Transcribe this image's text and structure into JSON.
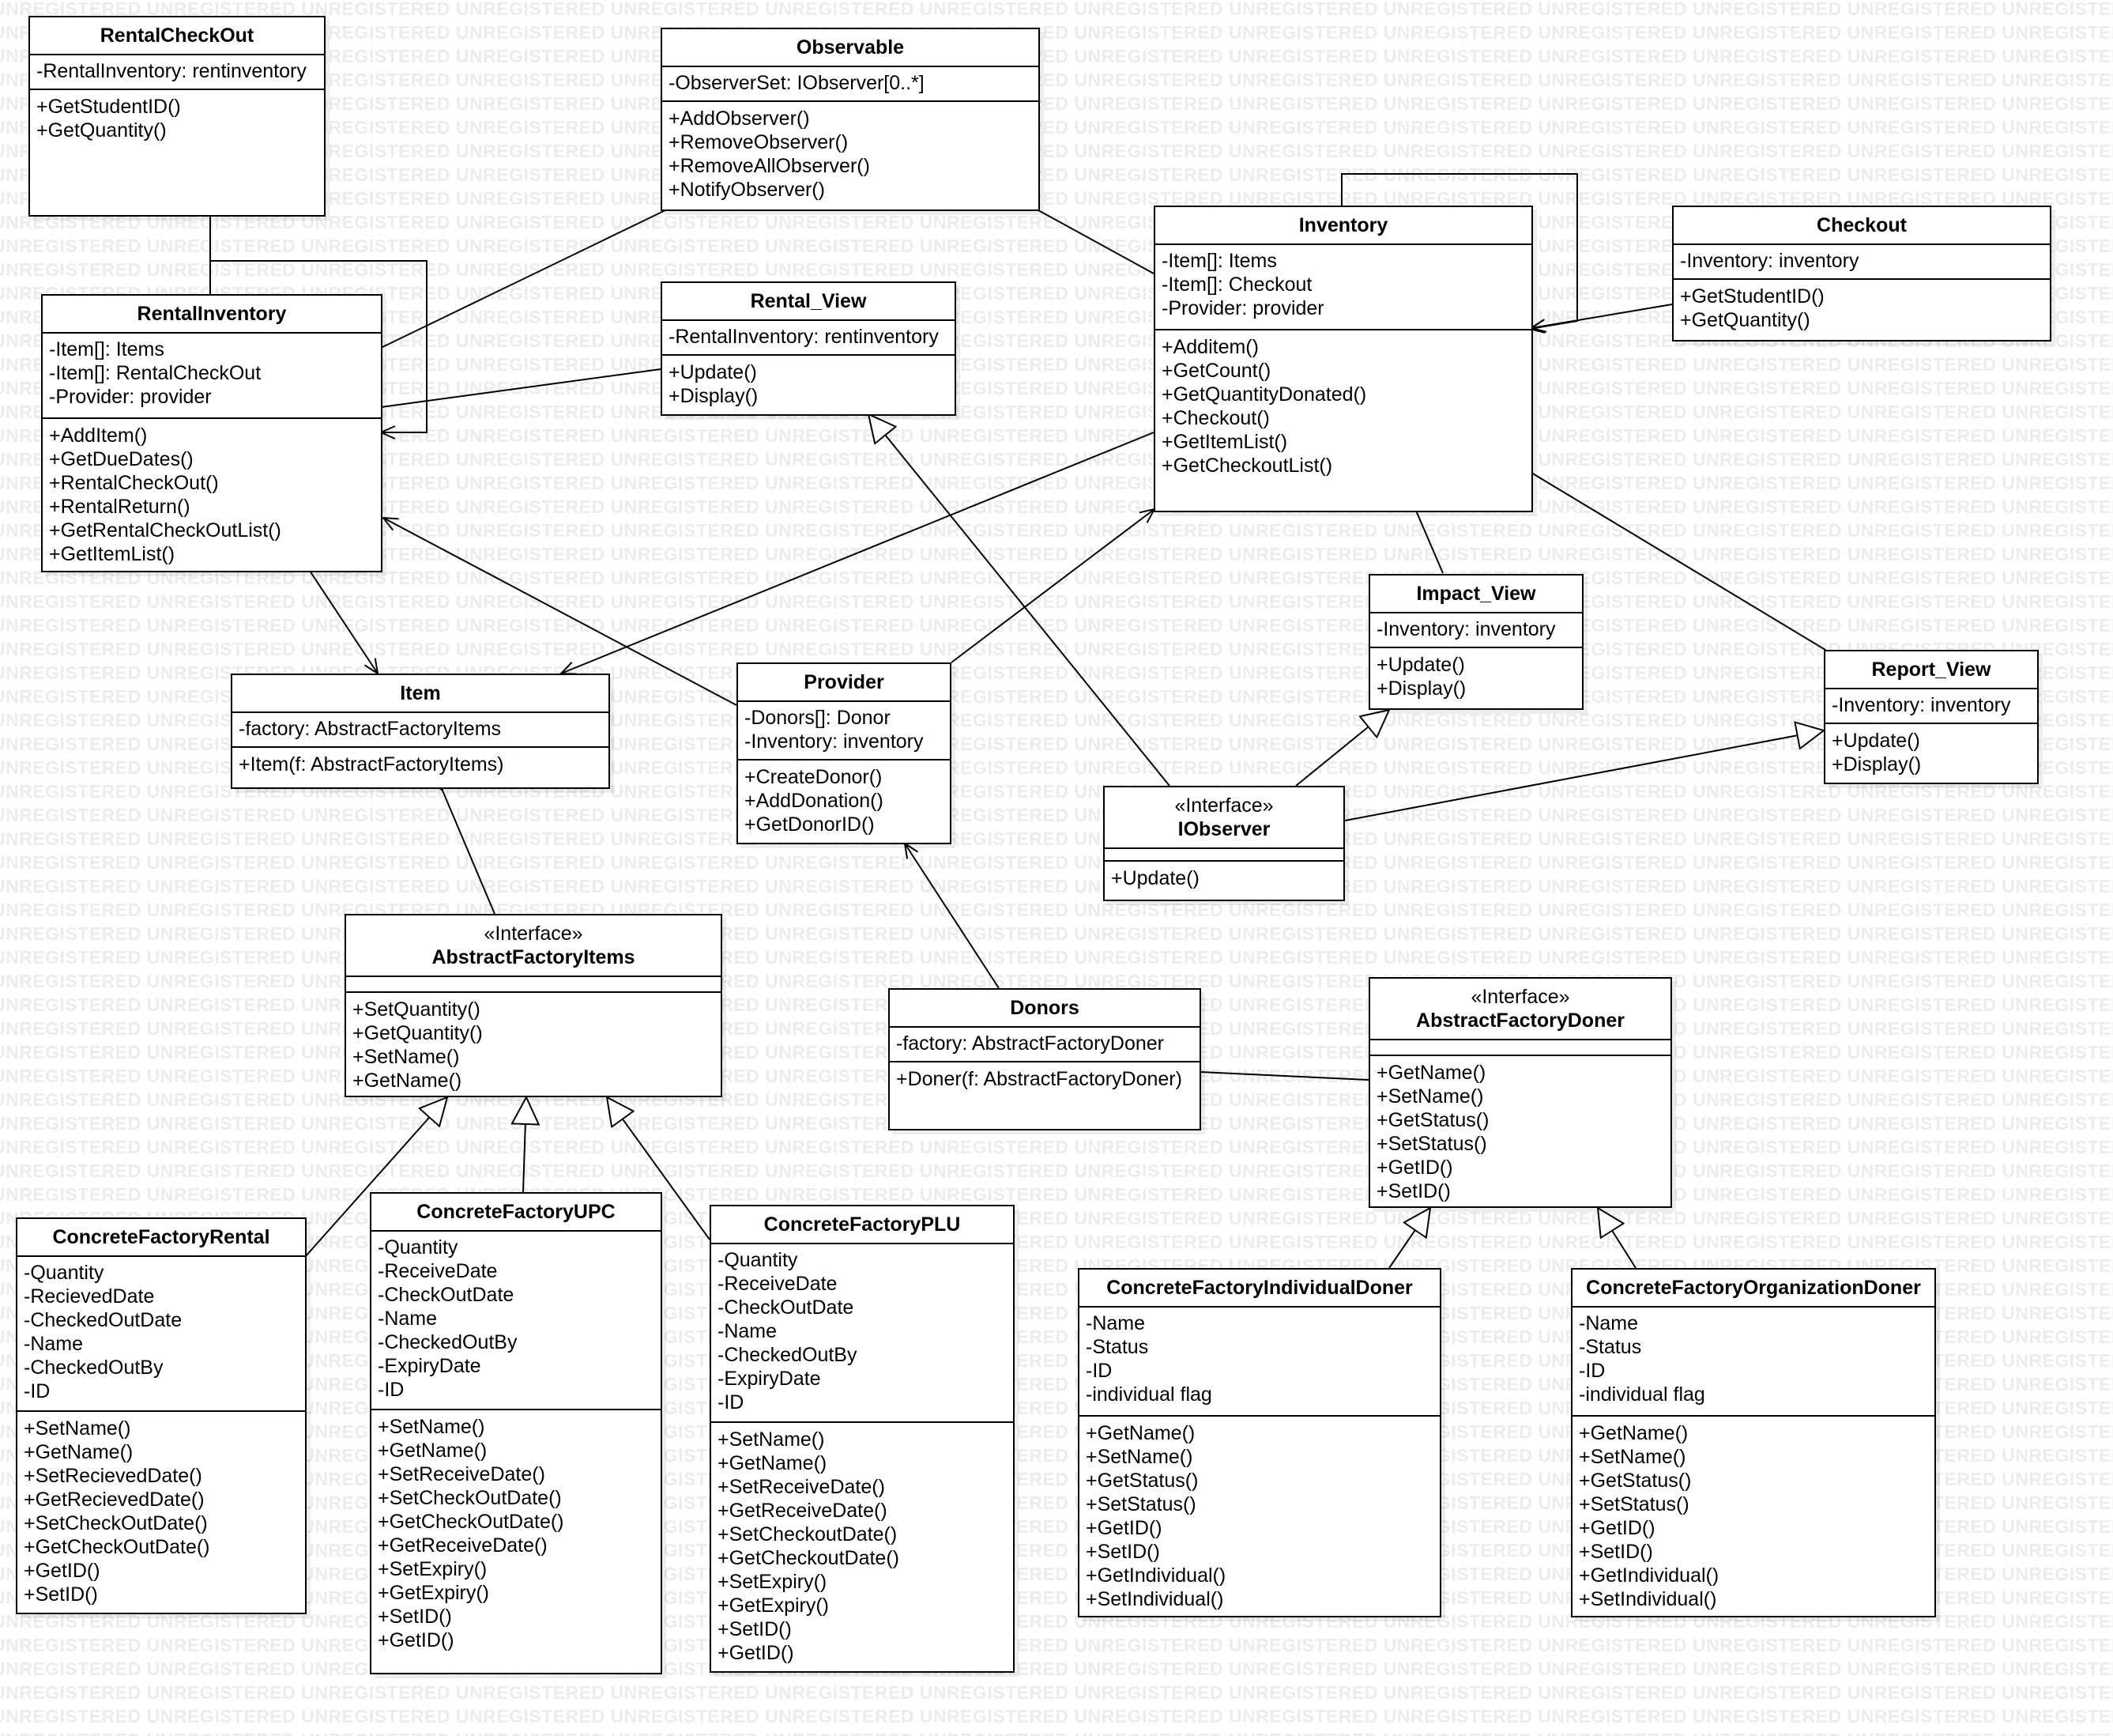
{
  "diagram": {
    "watermark_text": "UNREGISTERED",
    "classes": {
      "rental_checkout": {
        "name": "RentalCheckOut",
        "attributes": [
          "-RentalInventory: rentinventory"
        ],
        "operations": [
          "+GetStudentID()",
          "+GetQuantity()"
        ]
      },
      "observable": {
        "name": "Observable",
        "attributes": [
          "-ObserverSet: IObserver[0..*]"
        ],
        "operations": [
          "+AddObserver()",
          "+RemoveObserver()",
          "+RemoveAllObserver()",
          "+NotifyObserver()"
        ]
      },
      "inventory": {
        "name": "Inventory",
        "attributes": [
          "-Item[]: Items",
          "-Item[]: Checkout",
          "-Provider: provider"
        ],
        "operations": [
          "+Additem()",
          "+GetCount()",
          "+GetQuantityDonated()",
          "+Checkout()",
          "+GetItemList()",
          "+GetCheckoutList()"
        ]
      },
      "checkout": {
        "name": "Checkout",
        "attributes": [
          "-Inventory: inventory"
        ],
        "operations": [
          "+GetStudentID()",
          "+GetQuantity()"
        ]
      },
      "rental_inventory": {
        "name": "RentalInventory",
        "attributes": [
          "-Item[]: Items",
          "-Item[]: RentalCheckOut",
          "-Provider: provider"
        ],
        "operations": [
          "+AddItem()",
          "+GetDueDates()",
          "+RentalCheckOut()",
          "+RentalReturn()",
          "+GetRentalCheckOutList()",
          "+GetItemList()"
        ]
      },
      "rental_view": {
        "name": "Rental_View",
        "attributes": [
          "-RentalInventory: rentinventory"
        ],
        "operations": [
          "+Update()",
          "+Display()"
        ]
      },
      "impact_view": {
        "name": "Impact_View",
        "attributes": [
          "-Inventory: inventory"
        ],
        "operations": [
          "+Update()",
          "+Display()"
        ]
      },
      "report_view": {
        "name": "Report_View",
        "attributes": [
          "-Inventory: inventory"
        ],
        "operations": [
          "+Update()",
          "+Display()"
        ]
      },
      "item": {
        "name": "Item",
        "attributes": [
          "-factory: AbstractFactoryItems"
        ],
        "operations": [
          "+Item(f: AbstractFactoryItems)"
        ]
      },
      "provider": {
        "name": "Provider",
        "attributes": [
          "-Donors[]: Donor",
          "-Inventory: inventory"
        ],
        "operations": [
          "+CreateDonor()",
          "+AddDonation()",
          "+GetDonorID()"
        ]
      },
      "iobserver": {
        "stereotype": "«Interface»",
        "name": "IObserver",
        "attributes": [],
        "operations": [
          "+Update()"
        ]
      },
      "abstract_factory_items": {
        "stereotype": "«Interface»",
        "name": "AbstractFactoryItems",
        "attributes": [],
        "operations": [
          "+SetQuantity()",
          "+GetQuantity()",
          "+SetName()",
          "+GetName()"
        ]
      },
      "donors": {
        "name": "Donors",
        "attributes": [
          "-factory: AbstractFactoryDoner"
        ],
        "operations": [
          "+Doner(f: AbstractFactoryDoner)"
        ]
      },
      "abstract_factory_doner": {
        "stereotype": "«Interface»",
        "name": "AbstractFactoryDoner",
        "attributes": [],
        "operations": [
          "+GetName()",
          "+SetName()",
          "+GetStatus()",
          "+SetStatus()",
          "+GetID()",
          "+SetID()"
        ]
      },
      "concrete_factory_rental": {
        "name": "ConcreteFactoryRental",
        "attributes": [
          "-Quantity",
          "-RecievedDate",
          "-CheckedOutDate",
          "-Name",
          "-CheckedOutBy",
          "-ID"
        ],
        "operations": [
          "+SetName()",
          "+GetName()",
          "+SetRecievedDate()",
          "+GetRecievedDate()",
          "+SetCheckOutDate()",
          "+GetCheckOutDate()",
          "+GetID()",
          "+SetID()"
        ]
      },
      "concrete_factory_upc": {
        "name": "ConcreteFactoryUPC",
        "attributes": [
          "-Quantity",
          "-ReceiveDate",
          "-CheckOutDate",
          "-Name",
          "-CheckedOutBy",
          "-ExpiryDate",
          "-ID"
        ],
        "operations": [
          "+SetName()",
          "+GetName()",
          "+SetReceiveDate()",
          "+SetCheckOutDate()",
          "+GetCheckOutDate()",
          "+GetReceiveDate()",
          "+SetExpiry()",
          "+GetExpiry()",
          "+SetID()",
          "+GetID()"
        ]
      },
      "concrete_factory_plu": {
        "name": "ConcreteFactoryPLU",
        "attributes": [
          "-Quantity",
          "-ReceiveDate",
          "-CheckOutDate",
          "-Name",
          "-CheckedOutBy",
          "-ExpiryDate",
          "-ID"
        ],
        "operations": [
          "+SetName()",
          "+GetName()",
          "+SetReceiveDate()",
          "+GetReceiveDate()",
          "+SetCheckoutDate()",
          "+GetCheckoutDate()",
          "+SetExpiry()",
          "+GetExpiry()",
          "+SetID()",
          "+GetID()"
        ]
      },
      "concrete_factory_individual_doner": {
        "name": "ConcreteFactoryIndividualDoner",
        "attributes": [
          "-Name",
          "-Status",
          "-ID",
          "-individual flag"
        ],
        "operations": [
          "+GetName()",
          "+SetName()",
          "+GetStatus()",
          "+SetStatus()",
          "+GetID()",
          "+SetID()",
          "+GetIndividual()",
          "+SetIndividual()"
        ]
      },
      "concrete_factory_organization_doner": {
        "name": "ConcreteFactoryOrganizationDoner",
        "attributes": [
          "-Name",
          "-Status",
          "-ID",
          "-individual flag"
        ],
        "operations": [
          "+GetName()",
          "+SetName()",
          "+GetStatus()",
          "+SetStatus()",
          "+GetID()",
          "+SetID()",
          "+GetIndividual()",
          "+SetIndividual()"
        ]
      }
    }
  }
}
